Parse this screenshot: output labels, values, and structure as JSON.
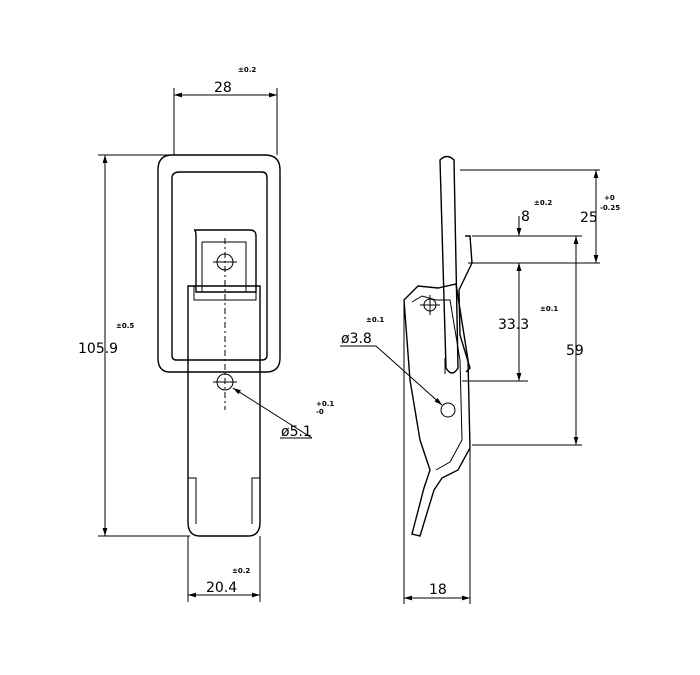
{
  "dimensions": {
    "top_width": {
      "value": "28",
      "tol": "±0.2"
    },
    "height": {
      "value": "105.9",
      "tol": "±0.5"
    },
    "bottom_width": {
      "value": "20.4",
      "tol": "±0.2"
    },
    "hole_front": {
      "value": "ø5.1",
      "tol_plus": "+0.1",
      "tol_minus": "-0"
    },
    "top_offset": {
      "value": "25",
      "tol_plus": "+0",
      "tol_minus": "-0.25"
    },
    "small_offset": {
      "value": "8",
      "tol": "±0.2"
    },
    "mid_span": {
      "value": "33.3",
      "tol": "±0.1"
    },
    "side_height": {
      "value": "59"
    },
    "hole_side": {
      "value": "ø3.8",
      "tol": "±0.1"
    },
    "side_width": {
      "value": "18"
    }
  }
}
